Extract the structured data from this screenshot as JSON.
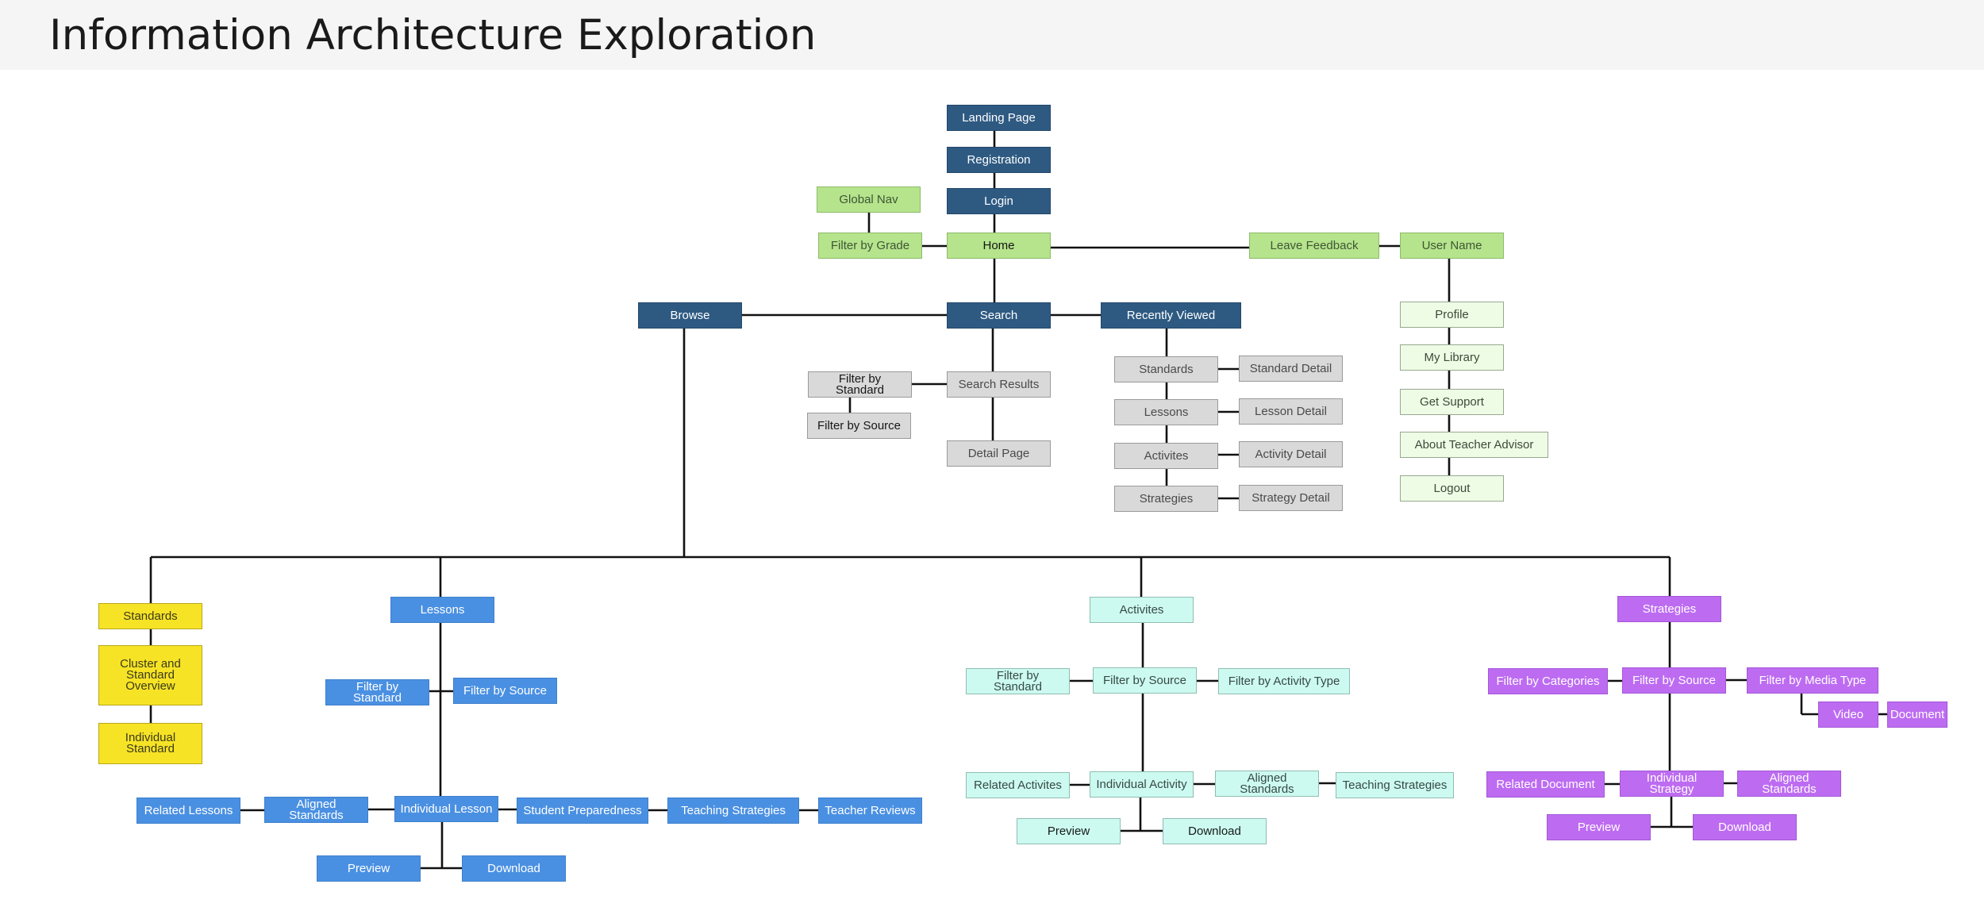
{
  "title": "Information Architecture Exploration",
  "colors": {
    "dark": "#2e5a82",
    "lime": "#b5e48c",
    "pale": "#eefce6",
    "gray": "#d9d9d9",
    "yellow": "#f7e326",
    "blue": "#4a90e2",
    "cyan": "#cdfaf0",
    "purple": "#bd6cf2"
  },
  "nodes": {
    "landing": "Landing Page",
    "registration": "Registration",
    "login": "Login",
    "home": "Home",
    "global_nav": "Global Nav",
    "filter_grade": "Filter by Grade",
    "leave_feedback": "Leave Feedback",
    "user_name": "User Name",
    "profile": "Profile",
    "my_library": "My Library",
    "get_support": "Get Support",
    "about": "About Teacher Advisor",
    "logout": "Logout",
    "browse": "Browse",
    "search": "Search",
    "recently_viewed": "Recently Viewed",
    "search_filter_standard": "Filter by Standard",
    "search_filter_source": "Filter by Source",
    "search_results": "Search Results",
    "detail_page": "Detail Page",
    "rv_standards": "Standards",
    "rv_lessons": "Lessons",
    "rv_activites": "Activites",
    "rv_strategies": "Strategies",
    "standard_detail": "Standard Detail",
    "lesson_detail": "Lesson Detail",
    "activity_detail": "Activity Detail",
    "strategy_detail": "Strategy Detail",
    "std_root": "Standards",
    "std_cluster": "Cluster and Standard Overview",
    "std_individual": "Individual Standard",
    "les_root": "Lessons",
    "les_filter_standard": "Filter by Standard",
    "les_filter_source": "Filter by Source",
    "les_related": "Related Lessons",
    "les_aligned": "Aligned Standards",
    "les_individual": "Individual Lesson",
    "les_student_prep": "Student Preparedness",
    "les_teaching": "Teaching Strategies",
    "les_reviews": "Teacher Reviews",
    "les_preview": "Preview",
    "les_download": "Download",
    "act_root": "Activites",
    "act_filter_standard": "Filter by Standard",
    "act_filter_source": "Filter by Source",
    "act_filter_type": "Filter by Activity Type",
    "act_related": "Related Activites",
    "act_individual": "Individual Activity",
    "act_aligned": "Aligned Standards",
    "act_teaching": "Teaching Strategies",
    "act_preview": "Preview",
    "act_download": "Download",
    "str_root": "Strategies",
    "str_filter_categories": "Filter by Categories",
    "str_filter_source": "Filter by Source",
    "str_filter_media": "Filter by Media Type",
    "str_video": "Video",
    "str_document": "Document",
    "str_related_doc": "Related Document",
    "str_individual": "Individual Strategy",
    "str_aligned": "Aligned Standards",
    "str_preview": "Preview",
    "str_download": "Download"
  }
}
